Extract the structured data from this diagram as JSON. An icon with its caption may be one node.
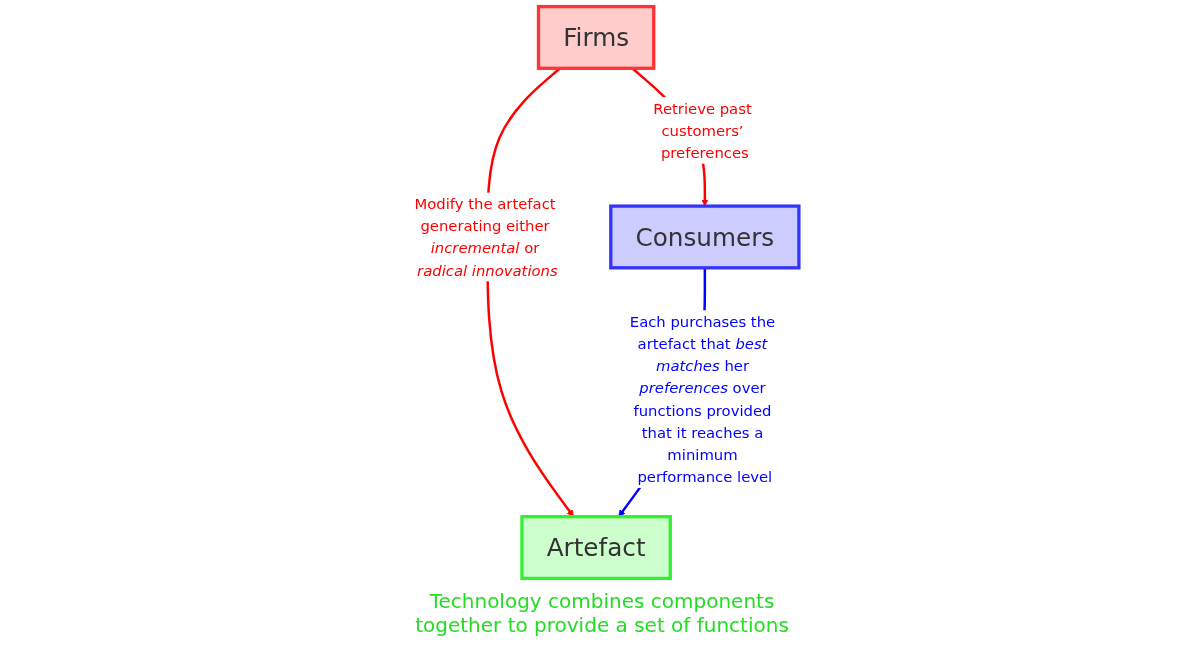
{
  "diagram": {
    "nodes": [
      {
        "text": [
          "Firms"
        ]
      },
      {
        "text": [
          "Consumers"
        ]
      },
      {
        "text": [
          "Artefact"
        ],
        "beside": [
          "Technology combines components together to provide a set of functions"
        ]
      }
    ],
    "edges": [
      {
        "from": 0,
        "to": 1,
        "arrow": "to",
        "label": "Retrieve past customers’ preferences",
        "color": "#ff0000"
      },
      {
        "from": 0,
        "to": 2,
        "arrow": "to",
        "label": "Modify the artefact generating either *incremental* or *radical* *innovations*",
        "color": "#ff0000"
      },
      {
        "from": 1,
        "to": 2,
        "arrow": "to",
        "label": "Each purchases the artefact that *best matches* her *preferences* over functions provided that it reaches a minimum performance level",
        "color": "#0000ff"
      }
    ]
  }
}
